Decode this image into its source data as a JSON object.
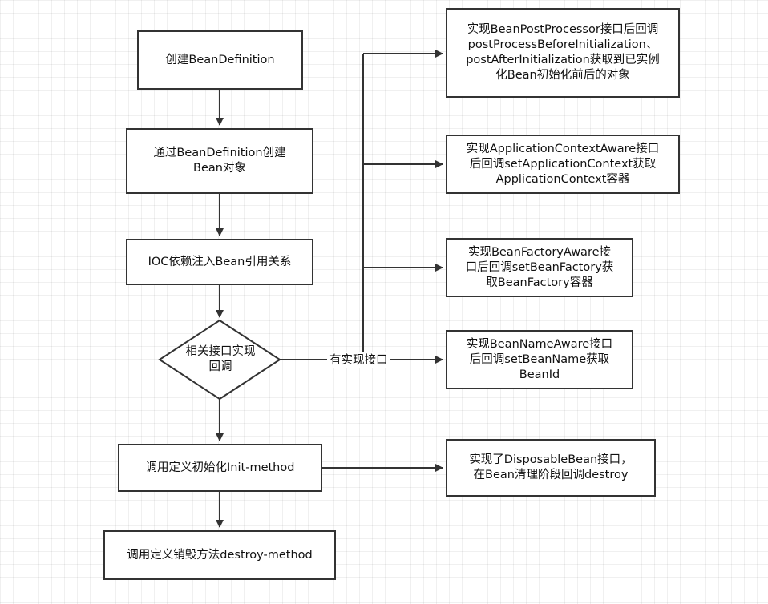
{
  "flowchart": {
    "steps": {
      "create_definition": "创建BeanDefinition",
      "create_object": "通过BeanDefinition创建\nBean对象",
      "ioc_inject": "IOC依赖注入Bean引用关系",
      "callback_decision": "相关接口实现\n回调",
      "init_method": "调用定义初始化Init-method",
      "destroy_method": "调用定义销毁方法destroy-method"
    },
    "branch_label": "有实现接口",
    "callbacks": {
      "bean_post_processor": "实现BeanPostProcessor接口后回调\npostProcessBeforeInitialization、\npostAfterInitialization获取到已实例\n化Bean初始化前后的对象",
      "application_context_aware": "实现ApplicationContextAware接口\n后回调setApplicationContext获取\nApplicationContext容器",
      "bean_factory_aware": "实现BeanFactoryAware接\n口后回调setBeanFactory获\n取BeanFactory容器",
      "bean_name_aware": "实现BeanNameAware接口\n后回调setBeanName获取\nBeanId",
      "disposable_bean": "实现了DisposableBean接口，\n在Bean清理阶段回调destroy"
    }
  }
}
